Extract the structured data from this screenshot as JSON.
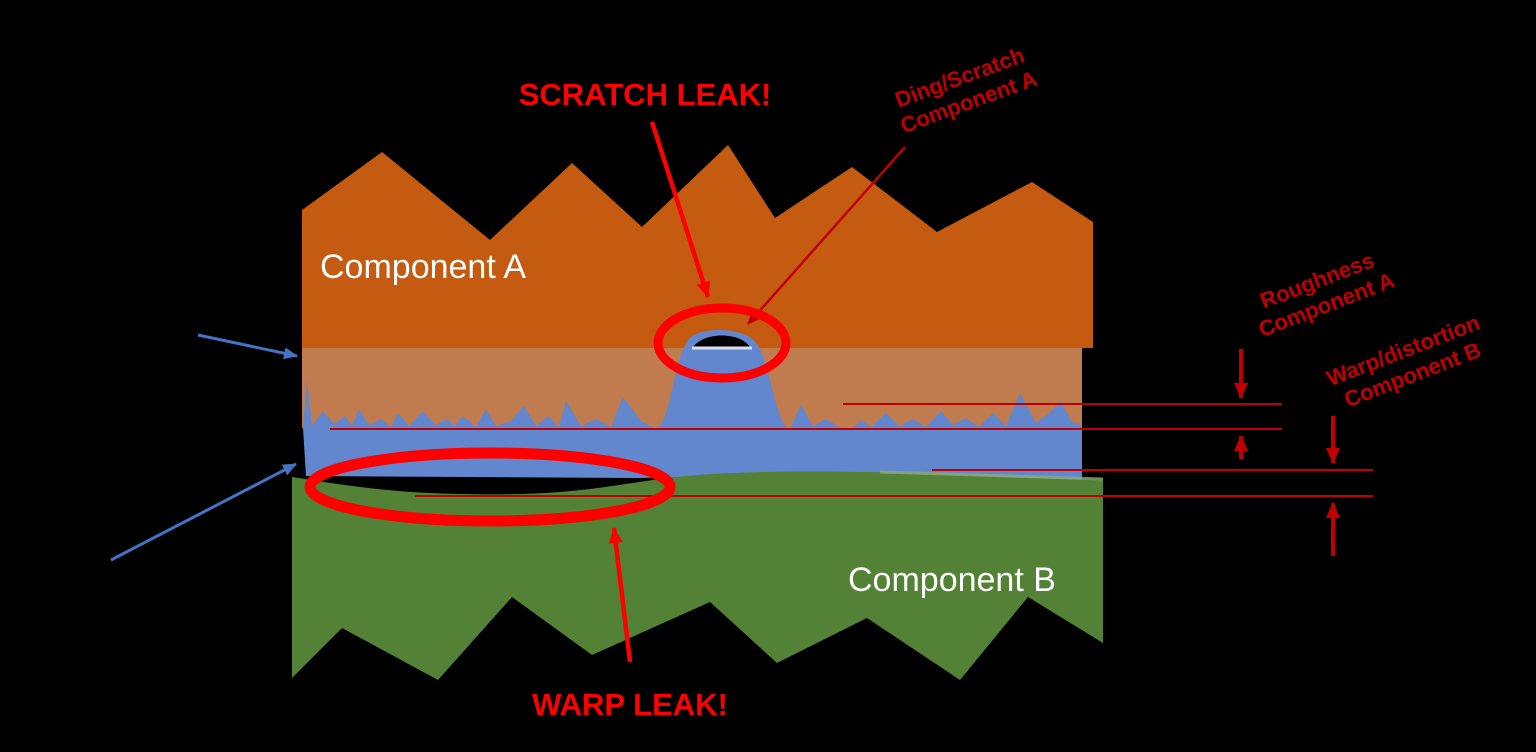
{
  "labels": {
    "component_a": "Component A",
    "component_b": "Component B",
    "scratch_leak": "SCRATCH LEAK!",
    "warp_leak": "WARP LEAK!",
    "ding_scratch_line1": "Ding/Scratch",
    "ding_scratch_line2": "Component A",
    "roughness_line1": "Roughness",
    "roughness_line2": "Component A",
    "warp_distortion_line1": "Warp/distortion",
    "warp_distortion_line2": "Component B"
  },
  "colors": {
    "background": "#000000",
    "component_a_orange": "#C55A11",
    "component_a_faded_band": "#C07B4F",
    "gasket_blue": "#6287CE",
    "component_b_green": "#538135",
    "green_highlight": "#8CAB79",
    "bright_red": "#FF0000",
    "dark_red": "#C00000",
    "arrow_blue": "#4472C4",
    "text_white": "#FFFFFF",
    "scratch_highlight": "#D9DEF0",
    "notch_black": "#000000"
  }
}
